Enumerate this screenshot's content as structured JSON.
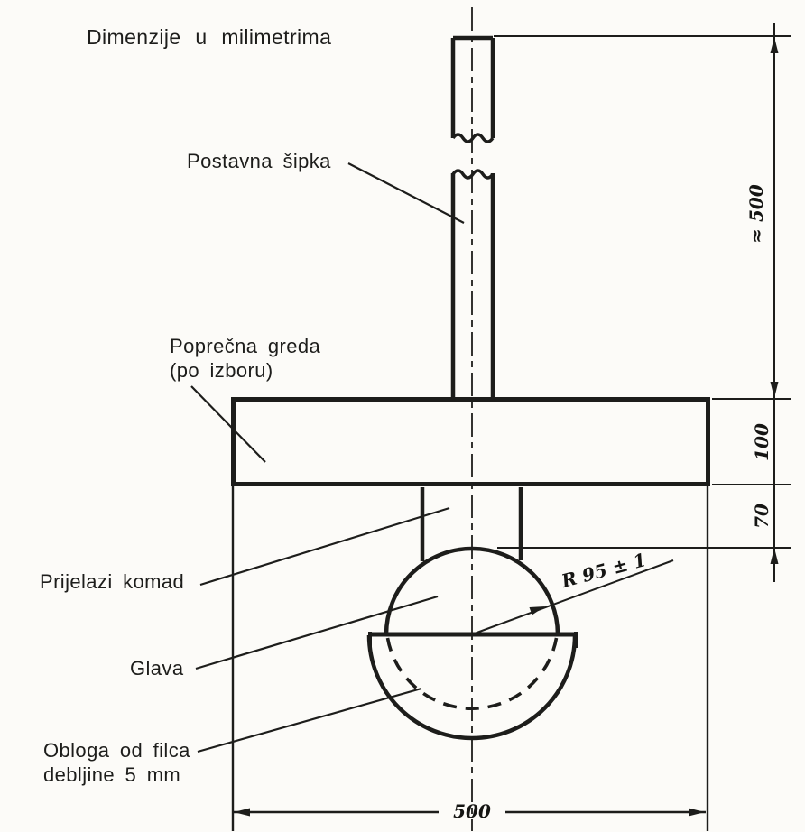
{
  "title": "Dimenzije u milimetrima",
  "labels": {
    "rod": "Postavna šipka",
    "beam_line1": "Poprečna greda",
    "beam_line2": "(po izboru)",
    "transition": "Prijelazi komad",
    "head": "Glava",
    "felt_line1": "Obloga od filca",
    "felt_line2": "debljine 5 mm"
  },
  "dimensions": {
    "rod_height": "≈ 500",
    "beam_height": "100",
    "transition_height": "70",
    "head_radius": "R 95 ± 1",
    "base_width": "500"
  },
  "colors": {
    "ink": "#1d1d1b",
    "paper": "#fcfbf8"
  }
}
